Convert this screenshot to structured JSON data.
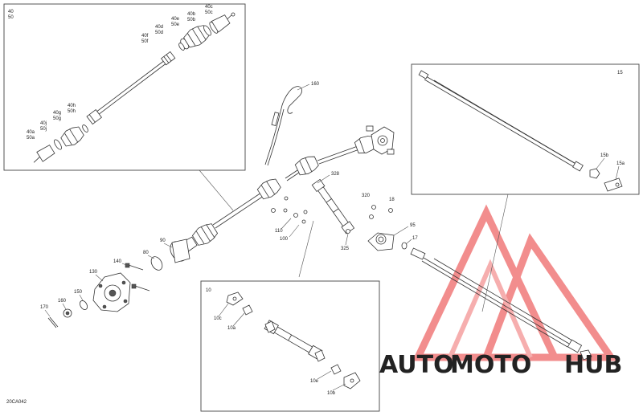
{
  "diagram": {
    "code": "20CA042",
    "watermark": {
      "part1": "AUTO",
      "part2": "MOTO",
      "part3": "HUB",
      "color_light": "#f2b84b",
      "color_red": "#e84a4a",
      "color_dark": "#3a3a3a"
    },
    "labels": {
      "l40": "40",
      "l50": "50",
      "l40c": "40c",
      "l50c": "50c",
      "l40b": "40b",
      "l50b": "50b",
      "l40e": "40e",
      "l50e": "50e",
      "l40d": "40d",
      "l50d": "50d",
      "l40f": "40f",
      "l50f": "50f",
      "l40h": "40h",
      "l50h": "50h",
      "l40g": "40g",
      "l50g": "50g",
      "l40j": "40j",
      "l50j": "50j",
      "l40a": "40a",
      "l50a": "50a",
      "l160": "160",
      "l328": "328",
      "l320": "320",
      "l18": "18",
      "l95": "95",
      "l17": "17",
      "l325": "325",
      "l110": "110",
      "l100": "100",
      "l90": "90",
      "l80": "80",
      "l140": "140",
      "l130": "130",
      "l150": "150",
      "l160b": "160",
      "l170": "170",
      "l15": "15",
      "l15b": "15b",
      "l15a": "15a",
      "l10": "10",
      "l10c": "10c",
      "l10a": "10a",
      "l10e": "10e",
      "l10b": "10b"
    }
  }
}
